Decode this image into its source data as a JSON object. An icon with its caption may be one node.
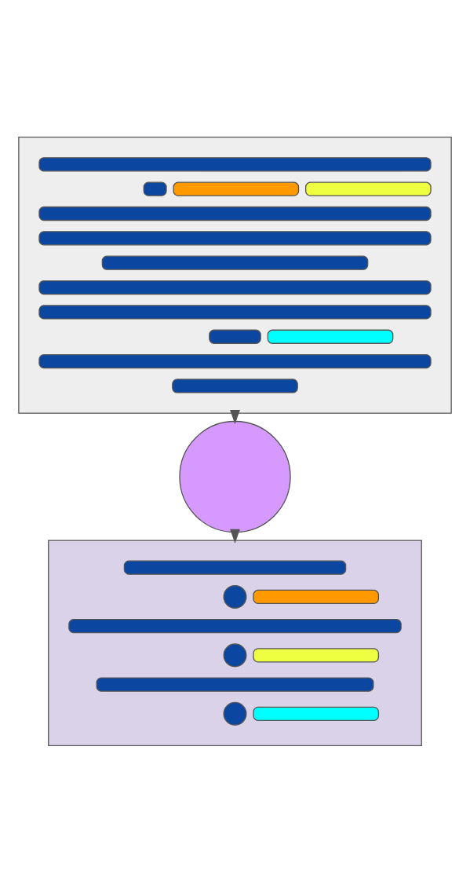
{
  "diagram": {
    "nodes": [
      {
        "text": [],
        "shape": "box"
      },
      {
        "text": [],
        "shape": "bar",
        "in": 0
      },
      {
        "text": [],
        "shape": "bar",
        "in": 0
      },
      {
        "text": [],
        "shape": "bar",
        "in": 0
      },
      {
        "text": [],
        "shape": "bar",
        "in": 0
      },
      {
        "text": [],
        "shape": "bar",
        "in": 0
      },
      {
        "text": [],
        "shape": "bar",
        "in": 0
      },
      {
        "text": [],
        "shape": "bar",
        "in": 0
      },
      {
        "text": [],
        "shape": "bar",
        "in": 0
      },
      {
        "text": [],
        "shape": "bar",
        "in": 0
      },
      {
        "text": [],
        "shape": "bar",
        "in": 0
      },
      {
        "text": [],
        "shape": "bar",
        "in": 0
      },
      {
        "text": [],
        "shape": "bar",
        "in": 0
      },
      {
        "text": [],
        "shape": "bar",
        "in": 0
      },
      {
        "text": [],
        "shape": "circle"
      },
      {
        "text": [],
        "shape": "box"
      },
      {
        "text": [],
        "shape": "bar",
        "in": 15
      },
      {
        "text": [],
        "shape": "circle",
        "in": 15
      },
      {
        "text": [],
        "shape": "bar",
        "in": 15
      },
      {
        "text": [],
        "shape": "bar",
        "in": 15
      },
      {
        "text": [],
        "shape": "circle",
        "in": 15
      },
      {
        "text": [],
        "shape": "bar",
        "in": 15
      },
      {
        "text": [],
        "shape": "bar",
        "in": 15
      },
      {
        "text": [],
        "shape": "circle",
        "in": 15
      },
      {
        "text": [],
        "shape": "bar",
        "in": 15
      }
    ],
    "edges": [
      {
        "from": 0,
        "to": 14,
        "arrow": "to"
      },
      {
        "from": 14,
        "to": 15,
        "arrow": "to"
      }
    ]
  }
}
